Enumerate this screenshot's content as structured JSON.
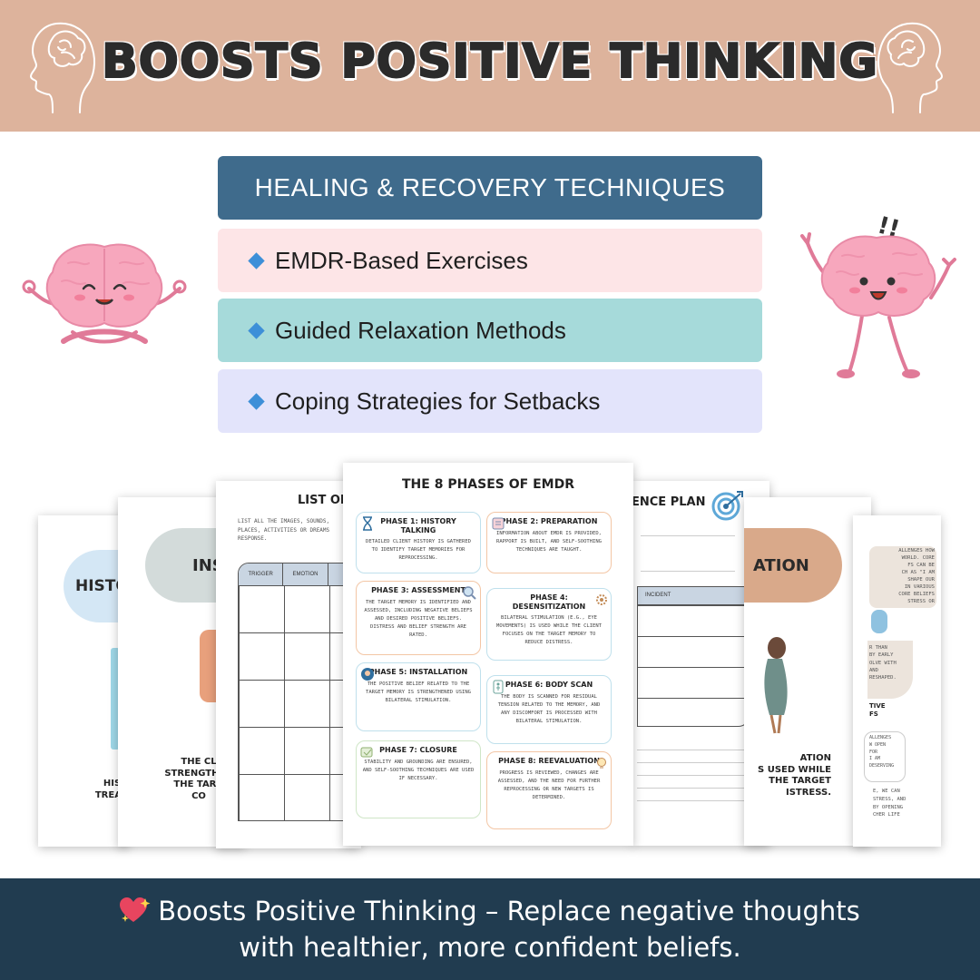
{
  "header": {
    "title": "BOOSTS POSITIVE THINKING",
    "left_icon": "head-brain-icon",
    "right_icon": "head-brain-icon",
    "background_color": "#ddb39c"
  },
  "techniques": {
    "title": "HEALING & RECOVERY TECHNIQUES",
    "items": [
      {
        "label": "EMDR-Based Exercises",
        "color": "#fde5e7"
      },
      {
        "label": "Guided Relaxation Methods",
        "color": "#a6dada"
      },
      {
        "label": "Coping Strategies for Setbacks",
        "color": "#e3e4fb"
      }
    ],
    "title_color": "#3f6b8c",
    "bullet_color": "#3d8fd8"
  },
  "illustrations": {
    "left": "meditating-brain-icon",
    "right": "excited-brain-icon",
    "exclaim": "!!"
  },
  "pages": {
    "history": {
      "pill": "HISTO",
      "caption": [
        "HIST",
        "TREAT"
      ]
    },
    "installation": {
      "pill": "INS",
      "caption": [
        "THE CL",
        "STRENGTHEN",
        "THE TARG",
        "CO"
      ]
    },
    "triggers": {
      "title": "LIST OF",
      "intro": [
        "LIST ALL THE IMAGES, SOUNDS,",
        "PLACES, ACTIVITIES OR DREAMS",
        "RESPONSE."
      ],
      "columns": [
        "TRIGGER",
        "EMOTION"
      ]
    },
    "resilience": {
      "title": "ENCE PLAN",
      "column": "INCIDENT"
    },
    "desensitization": {
      "pill": "ATION",
      "caption": [
        "ATION",
        "S USED WHILE",
        "THE TARGET",
        "ISTRESS."
      ]
    },
    "beliefs": {
      "text": [
        "ALLENGES HOW",
        "WORLD. CORE",
        "FS CAN BE",
        "CH AS \"I AM",
        "SHAPE OUR",
        "IN VARIOUS",
        "CORE BELIEFS",
        "STRESS OR"
      ],
      "text2": [
        "R THAN",
        "BY EARLY",
        "OLVE WITH",
        "AND",
        "RESHAPED."
      ],
      "label": [
        "TIVE",
        "FS"
      ],
      "text3": [
        "ALLENGES",
        "W OPEN",
        "FOR",
        "I AM",
        "DESERVING"
      ],
      "text4": [
        "E, WE CAN",
        "STRESS, AND",
        "BY OPENING",
        "CHER LIFE"
      ]
    },
    "emdr": {
      "title": "THE 8 PHASES OF EMDR",
      "phases": [
        {
          "title": "PHASE 1: HISTORY TALKING",
          "text": "DETAILED CLIENT HISTORY IS GATHERED TO IDENTIFY TARGET MEMORIES FOR REPROCESSING."
        },
        {
          "title": "PHASE 2: PREPARATION",
          "text": "INFORMATION ABOUT EMDR IS PROVIDED, RAPPORT IS BUILT, AND SELF-SOOTHING TECHNIQUES ARE TAUGHT."
        },
        {
          "title": "PHASE 3: ASSESSMENT",
          "text": "THE TARGET MEMORY IS IDENTIFIED AND ASSESSED, INCLUDING NEGATIVE BELIEFS AND DESIRED POSITIVE BELIEFS. DISTRESS AND BELIEF STRENGTH ARE RATED."
        },
        {
          "title": "PHASE 4: DESENSITIZATION",
          "text": "BILATERAL STIMULATION (E.G., EYE MOVEMENTS) IS USED WHILE THE CLIENT FOCUSES ON THE TARGET MEMORY TO REDUCE DISTRESS."
        },
        {
          "title": "PHASE 5: INSTALLATION",
          "text": "THE POSITIVE BELIEF RELATED TO THE TARGET MEMORY IS STRENGTHENED USING BILATERAL STIMULATION."
        },
        {
          "title": "PHASE 6: BODY SCAN",
          "text": "THE BODY IS SCANNED FOR RESIDUAL TENSION RELATED TO THE MEMORY, AND ANY DISCOMFORT IS PROCESSED WITH BILATERAL STIMULATION."
        },
        {
          "title": "PHASE 7: CLOSURE",
          "text": "STABILITY AND GROUNDING ARE ENSURED, AND SELF-SOOTHING TECHNIQUES ARE USED IF NECESSARY."
        },
        {
          "title": "PHASE 8: REEVALUATION",
          "text": "PROGRESS IS REVIEWED, CHANGES ARE ASSESSED, AND THE NEED FOR FURTHER REPROCESSING OR NEW TARGETS IS DETERMINED."
        }
      ],
      "border_colors": [
        "#bfe0ec",
        "#f3c6a5",
        "#f3c6a5",
        "#bfe0ec",
        "#bfe0ec",
        "#bfe0ec",
        "#cfe6c7",
        "#f3c6a5"
      ]
    }
  },
  "footer": {
    "icon": "sparkling-heart-icon",
    "line1": "Boosts Positive Thinking – Replace negative thoughts",
    "line2": "with healthier, more confident beliefs.",
    "background_color": "#213c50"
  }
}
